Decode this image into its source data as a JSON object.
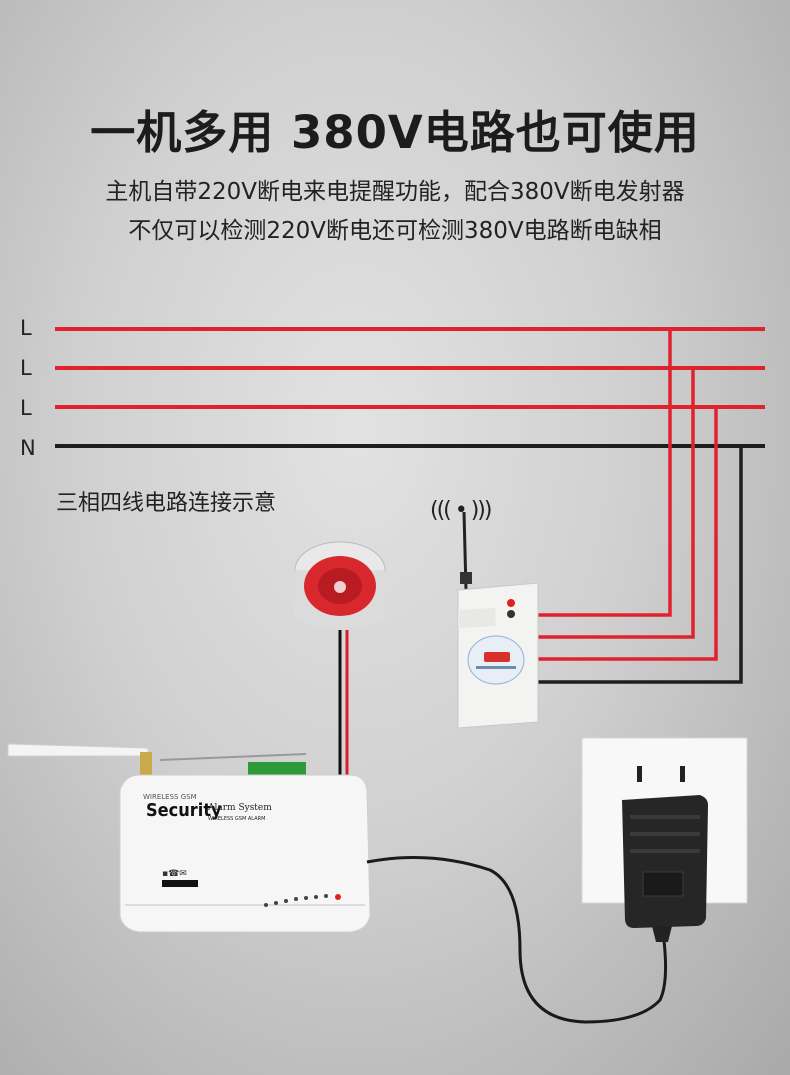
{
  "header": {
    "title": "一机多用 380V电路也可使用",
    "line1": "主机自带220V断电来电提醒功能，配合380V断电发射器",
    "line2": "不仅可以检测220V断电还可检测380V电路断电缺相"
  },
  "wires": {
    "labels": [
      "L",
      "L",
      "L",
      "N"
    ],
    "colors": {
      "live": "#e0222e",
      "neutral": "#1e1e1e"
    }
  },
  "diagram": {
    "caption": "三相四线电路连接示意",
    "signal_waves": "((( • )))"
  },
  "host": {
    "top_label": "WIRELESS GSM",
    "brand": "Security",
    "brand_sub": "Alarm System",
    "brand_tag": "WIRELESS GSM ALARM"
  },
  "icons": [
    "siren-icon",
    "antenna-icon",
    "transmitter-icon",
    "alarm-host-icon",
    "power-adapter-icon",
    "wall-socket-icon"
  ]
}
